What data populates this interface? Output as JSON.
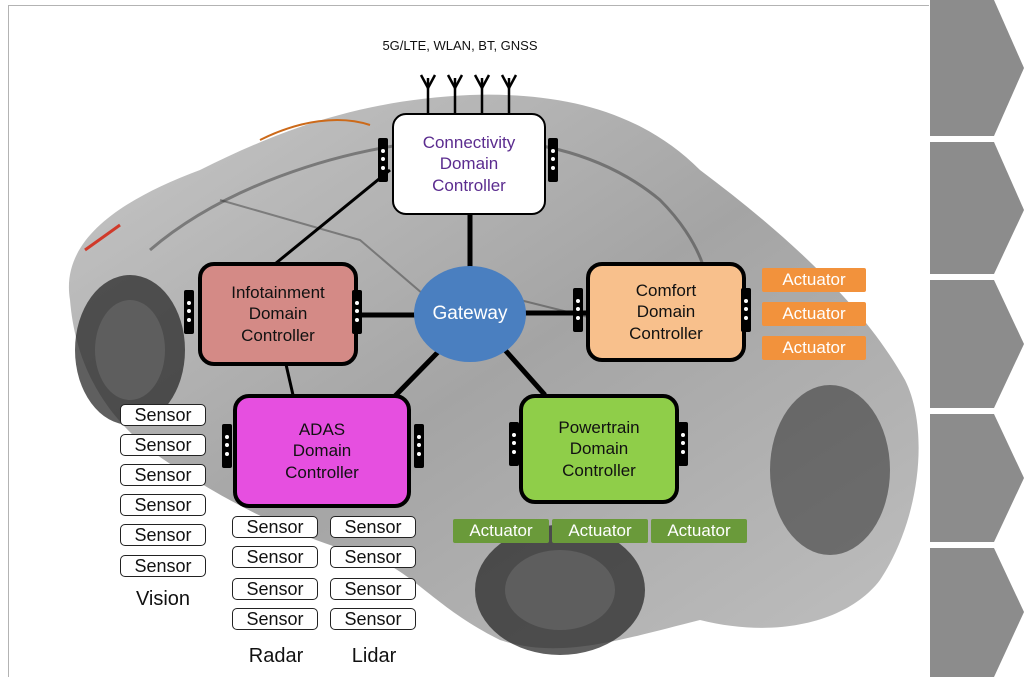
{
  "header": {
    "links_label": "5G/LTE, WLAN, BT, GNSS"
  },
  "gateway": {
    "label": "Gateway"
  },
  "controllers": {
    "connectivity": [
      "Connectivity",
      "Domain",
      "Controller"
    ],
    "infotainment": [
      "Infotainment",
      "Domain",
      "Controller"
    ],
    "comfort": [
      "Comfort",
      "Domain",
      "Controller"
    ],
    "adas": [
      "ADAS",
      "Domain",
      "Controller"
    ],
    "powertrain": [
      "Powertrain",
      "Domain",
      "Controller"
    ]
  },
  "actuator_label": "Actuator",
  "sensor_label": "Sensor",
  "groups": {
    "vision": "Vision",
    "radar": "Radar",
    "lidar": "Lidar"
  },
  "colors": {
    "connectivity_fill": "#ffffff",
    "connectivity_text": "#5b2c8f",
    "infotainment_fill": "#d48a86",
    "comfort_fill": "#f8c08c",
    "adas_fill": "#e64fe0",
    "powertrain_fill": "#8fce49",
    "gateway_fill": "#4a7fc0",
    "actuator_orange": "#f2923c",
    "actuator_green": "#6a9a3a",
    "chevron_gray": "#8c8c8c"
  }
}
